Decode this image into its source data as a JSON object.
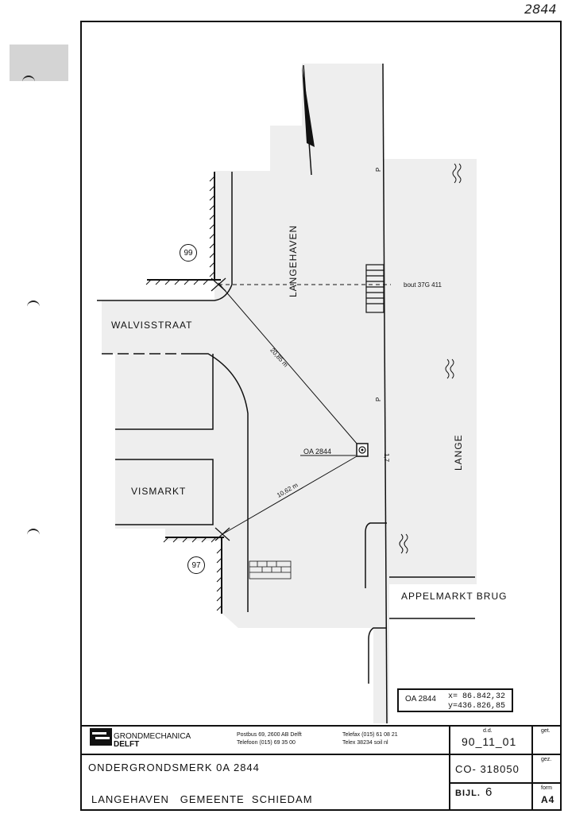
{
  "corner_number": "2844",
  "map": {
    "streets": {
      "langehaven": "LANGEHAVEN",
      "walvisstraat": "WALVISSTRAAT",
      "vismarkt": "VISMARKT",
      "lange": "LANGE",
      "appelmarkt_brug": "APPELMARKT BRUG"
    },
    "house_numbers": [
      "99",
      "97"
    ],
    "bolt_label": "bout 37G 411",
    "benchmark_label": "OA 2844",
    "distances": [
      "20,85 m",
      "10,62 m",
      "1,7"
    ],
    "parking_marks": [
      "P",
      "P"
    ]
  },
  "coordinates": {
    "id": "OA 2844",
    "x": "x= 86.842,32",
    "y": "y=436.826,85"
  },
  "title_block": {
    "company_line1": "GRONDMECHANICA",
    "company_line2": "DELFT",
    "postal": "Postbus 69, 2600 AB Delft",
    "phone": "Telefoon (015) 69 35 00",
    "fax": "Telefax (015) 61 08 21",
    "telex": "Telex 38234 soil nl",
    "subject": "ONDERGRONDSMERK 0A 2844",
    "location": "LANGEHAVEN   GEMEENTE  SCHIEDAM",
    "dd_label": "d.d.",
    "date": "90_11_01",
    "project": "CO- 318050",
    "bijlage_label": "BIJL.",
    "bijlage": "6",
    "get_label": "get.",
    "gez_label": "gez.",
    "form_label": "form",
    "form": "A4"
  }
}
